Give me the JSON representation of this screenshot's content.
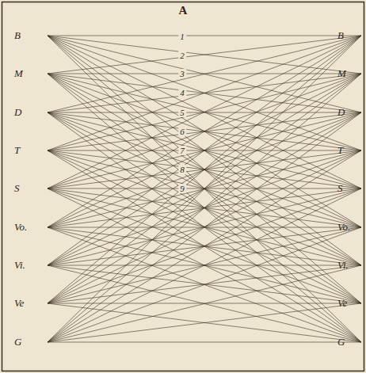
{
  "diagram": {
    "nodes": [
      {
        "text": [
          "B"
        ]
      },
      {
        "text": [
          "M"
        ]
      },
      {
        "text": [
          "D"
        ]
      },
      {
        "text": [
          "T"
        ]
      },
      {
        "text": [
          "S"
        ]
      },
      {
        "text": [
          "Vo."
        ]
      },
      {
        "text": [
          "Vi."
        ]
      },
      {
        "text": [
          "Ve"
        ]
      },
      {
        "text": [
          "G"
        ]
      },
      {
        "text": [
          "B"
        ]
      },
      {
        "text": [
          "M"
        ]
      },
      {
        "text": [
          "D"
        ]
      },
      {
        "text": [
          "T"
        ]
      },
      {
        "text": [
          "S"
        ]
      },
      {
        "text": [
          "Vo."
        ]
      },
      {
        "text": [
          "Vi."
        ]
      },
      {
        "text": [
          "Ve"
        ]
      },
      {
        "text": [
          "G"
        ]
      }
    ],
    "edges": [
      {
        "from": 0,
        "to": 9,
        "arrow": "none"
      },
      {
        "from": 0,
        "to": 10,
        "arrow": "none"
      },
      {
        "from": 0,
        "to": 11,
        "arrow": "none"
      },
      {
        "from": 0,
        "to": 12,
        "arrow": "none"
      },
      {
        "from": 0,
        "to": 13,
        "arrow": "none"
      },
      {
        "from": 0,
        "to": 14,
        "arrow": "none"
      },
      {
        "from": 0,
        "to": 15,
        "arrow": "none"
      },
      {
        "from": 0,
        "to": 16,
        "arrow": "none"
      },
      {
        "from": 0,
        "to": 17,
        "arrow": "none"
      },
      {
        "from": 1,
        "to": 9,
        "arrow": "none"
      },
      {
        "from": 1,
        "to": 10,
        "arrow": "none"
      },
      {
        "from": 1,
        "to": 11,
        "arrow": "none"
      },
      {
        "from": 1,
        "to": 12,
        "arrow": "none"
      },
      {
        "from": 1,
        "to": 13,
        "arrow": "none"
      },
      {
        "from": 1,
        "to": 14,
        "arrow": "none"
      },
      {
        "from": 1,
        "to": 15,
        "arrow": "none"
      },
      {
        "from": 1,
        "to": 16,
        "arrow": "none"
      },
      {
        "from": 1,
        "to": 17,
        "arrow": "none"
      },
      {
        "from": 2,
        "to": 9,
        "arrow": "none"
      },
      {
        "from": 2,
        "to": 10,
        "arrow": "none"
      },
      {
        "from": 2,
        "to": 11,
        "arrow": "none"
      },
      {
        "from": 2,
        "to": 12,
        "arrow": "none"
      },
      {
        "from": 2,
        "to": 13,
        "arrow": "none"
      },
      {
        "from": 2,
        "to": 14,
        "arrow": "none"
      },
      {
        "from": 2,
        "to": 15,
        "arrow": "none"
      },
      {
        "from": 2,
        "to": 16,
        "arrow": "none"
      },
      {
        "from": 2,
        "to": 17,
        "arrow": "none"
      },
      {
        "from": 3,
        "to": 9,
        "arrow": "none"
      },
      {
        "from": 3,
        "to": 10,
        "arrow": "none"
      },
      {
        "from": 3,
        "to": 11,
        "arrow": "none"
      },
      {
        "from": 3,
        "to": 12,
        "arrow": "none"
      },
      {
        "from": 3,
        "to": 13,
        "arrow": "none"
      },
      {
        "from": 3,
        "to": 14,
        "arrow": "none"
      },
      {
        "from": 3,
        "to": 15,
        "arrow": "none"
      },
      {
        "from": 3,
        "to": 16,
        "arrow": "none"
      },
      {
        "from": 3,
        "to": 17,
        "arrow": "none"
      },
      {
        "from": 4,
        "to": 9,
        "arrow": "none"
      },
      {
        "from": 4,
        "to": 10,
        "arrow": "none"
      },
      {
        "from": 4,
        "to": 11,
        "arrow": "none"
      },
      {
        "from": 4,
        "to": 12,
        "arrow": "none"
      },
      {
        "from": 4,
        "to": 13,
        "arrow": "none"
      },
      {
        "from": 4,
        "to": 14,
        "arrow": "none"
      },
      {
        "from": 4,
        "to": 15,
        "arrow": "none"
      },
      {
        "from": 4,
        "to": 16,
        "arrow": "none"
      },
      {
        "from": 4,
        "to": 17,
        "arrow": "none"
      },
      {
        "from": 5,
        "to": 9,
        "arrow": "none"
      },
      {
        "from": 5,
        "to": 10,
        "arrow": "none"
      },
      {
        "from": 5,
        "to": 11,
        "arrow": "none"
      },
      {
        "from": 5,
        "to": 12,
        "arrow": "none"
      },
      {
        "from": 5,
        "to": 13,
        "arrow": "none"
      },
      {
        "from": 5,
        "to": 14,
        "arrow": "none"
      },
      {
        "from": 5,
        "to": 15,
        "arrow": "none"
      },
      {
        "from": 5,
        "to": 16,
        "arrow": "none"
      },
      {
        "from": 5,
        "to": 17,
        "arrow": "none"
      },
      {
        "from": 6,
        "to": 9,
        "arrow": "none"
      },
      {
        "from": 6,
        "to": 10,
        "arrow": "none"
      },
      {
        "from": 6,
        "to": 11,
        "arrow": "none"
      },
      {
        "from": 6,
        "to": 12,
        "arrow": "none"
      },
      {
        "from": 6,
        "to": 13,
        "arrow": "none"
      },
      {
        "from": 6,
        "to": 14,
        "arrow": "none"
      },
      {
        "from": 6,
        "to": 15,
        "arrow": "none"
      },
      {
        "from": 6,
        "to": 16,
        "arrow": "none"
      },
      {
        "from": 6,
        "to": 17,
        "arrow": "none"
      },
      {
        "from": 7,
        "to": 9,
        "arrow": "none"
      },
      {
        "from": 7,
        "to": 10,
        "arrow": "none"
      },
      {
        "from": 7,
        "to": 11,
        "arrow": "none"
      },
      {
        "from": 7,
        "to": 12,
        "arrow": "none"
      },
      {
        "from": 7,
        "to": 13,
        "arrow": "none"
      },
      {
        "from": 7,
        "to": 14,
        "arrow": "none"
      },
      {
        "from": 7,
        "to": 15,
        "arrow": "none"
      },
      {
        "from": 7,
        "to": 16,
        "arrow": "none"
      },
      {
        "from": 7,
        "to": 17,
        "arrow": "none"
      },
      {
        "from": 8,
        "to": 9,
        "arrow": "none"
      },
      {
        "from": 8,
        "to": 10,
        "arrow": "none"
      },
      {
        "from": 8,
        "to": 11,
        "arrow": "none"
      },
      {
        "from": 8,
        "to": 12,
        "arrow": "none"
      },
      {
        "from": 8,
        "to": 13,
        "arrow": "none"
      },
      {
        "from": 8,
        "to": 14,
        "arrow": "none"
      },
      {
        "from": 8,
        "to": 15,
        "arrow": "none"
      },
      {
        "from": 8,
        "to": 16,
        "arrow": "none"
      },
      {
        "from": 8,
        "to": 17,
        "arrow": "none"
      }
    ],
    "labels": [
      "A",
      "1",
      "2",
      "3",
      "4",
      "5",
      "6",
      "7",
      "8",
      "9"
    ]
  }
}
